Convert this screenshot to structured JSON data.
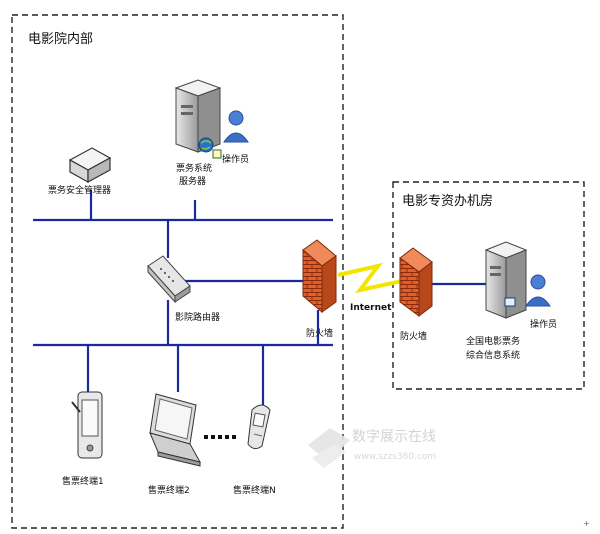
{
  "regions": {
    "cinema_internal": "电影院内部",
    "special_office": "电影专资办机房"
  },
  "nodes": {
    "ticket_security_manager": "票务安全管理器",
    "ticket_system_server_line1": "票务系统",
    "ticket_system_server_line2": "服务器",
    "operator_cinema": "操作员",
    "cinema_router": "影院路由器",
    "firewall_cinema": "防火墙",
    "internet": "Internet",
    "firewall_office": "防火墙",
    "national_system_line1": "全国电影票务",
    "national_system_line2": "综合信息系统",
    "operator_office": "操作员",
    "terminal_1": "售票终端1",
    "terminal_2": "售票终端2",
    "terminal_n": "售票终端N"
  },
  "watermark": {
    "text": "数字展示在线",
    "url": "www.szzs360.com"
  },
  "colors": {
    "bus_line": "#1a2a9c",
    "firewall": "#e0602a",
    "lightning": "#f2e600"
  },
  "icons": [
    "server-icon",
    "person-icon",
    "security-box-icon",
    "router-icon",
    "firewall-icon",
    "lightning-icon",
    "pda-icon",
    "laptop-icon",
    "phone-icon",
    "watermark-logo-icon"
  ]
}
